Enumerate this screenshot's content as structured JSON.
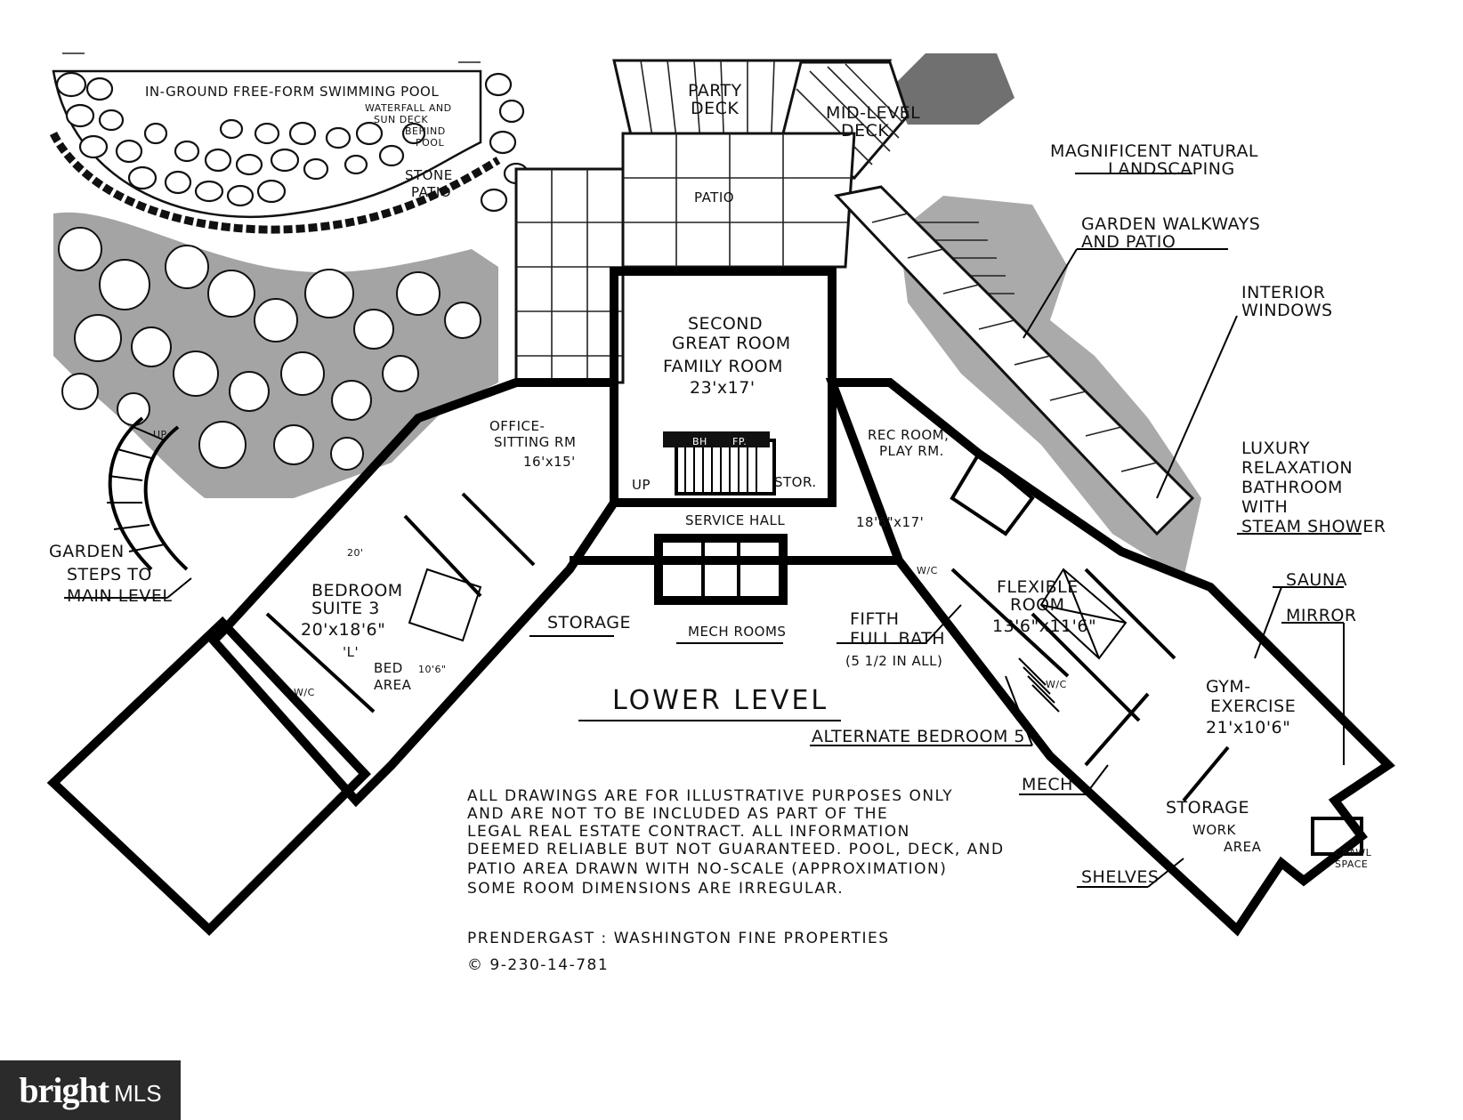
{
  "plan_title": "LOWER LEVEL",
  "labels": {
    "pool": "IN-GROUND FREE-FORM SWIMMING POOL",
    "waterfall_1": "WATERFALL AND",
    "waterfall_2": "SUN DECK",
    "waterfall_3": "BEHIND",
    "waterfall_4": "POOL",
    "stone_patio_1": "STONE",
    "stone_patio_2": "PATIO",
    "party_deck_1": "PARTY",
    "party_deck_2": "DECK",
    "mid_deck_1": "MID-LEVEL",
    "mid_deck_2": "DECK",
    "patio": "PATIO",
    "landscaping_1": "MAGNIFICENT NATURAL",
    "landscaping_2": "LANDSCAPING",
    "walkways_1": "GARDEN WALKWAYS",
    "walkways_2": "AND PATIO",
    "interior_windows_1": "INTERIOR",
    "interior_windows_2": "WINDOWS",
    "great_room_1": "SECOND",
    "great_room_2": "GREAT ROOM",
    "great_room_3": "FAMILY ROOM",
    "great_room_dim": "23'x17'",
    "office_1": "OFFICE-",
    "office_2": "SITTING RM",
    "office_dim": "16'x15'",
    "rec_1": "REC ROOM,",
    "rec_2": "PLAY RM.",
    "rec_dim": "18'6\"x17'",
    "bh": "BH",
    "fp": "FP.",
    "up_stair": "UP",
    "stor": "STOR.",
    "up_garden": "UP",
    "service_hall": "SERVICE HALL",
    "mech_rooms": "MECH ROOMS",
    "storage_left": "STORAGE",
    "bedroom_1": "BEDROOM",
    "bedroom_2": "SUITE 3",
    "bedroom_dim": "20'x18'6\"",
    "bedroom_l": "'L'",
    "bed_area_1": "BED",
    "bed_area_2": "AREA",
    "bed_area_dim": "10'6\"",
    "dim_20": "20'",
    "wic_a": "W/C",
    "wic_b": "W/C",
    "wic_c": "W/C",
    "garden_1": "GARDEN",
    "steps_1": "STEPS TO",
    "steps_2": "MAIN LEVEL",
    "fifth_1": "FIFTH",
    "fifth_2": "FULL BATH",
    "fifth_3": "(5 1/2 IN ALL)",
    "flexible_1": "FLEXIBLE",
    "flexible_2": "ROOM",
    "flexible_dim": "13'6\"x11'6\"",
    "alt_bedroom": "ALTERNATE BEDROOM 5",
    "luxury_1": "LUXURY",
    "luxury_2": "RELAXATION",
    "luxury_3": "BATHROOM",
    "luxury_4": "WITH",
    "luxury_5": "STEAM SHOWER",
    "sauna": "SAUNA",
    "mirror": "MIRROR",
    "gym_1": "GYM-",
    "gym_2": "EXERCISE",
    "gym_dim": "21'x10'6\"",
    "mech": "MECH",
    "storage_right": "STORAGE",
    "work_1": "WORK",
    "work_2": "AREA",
    "shelves": "SHELVES",
    "crawl_1": "CRAWL",
    "crawl_2": "SPACE"
  },
  "disclaimer": [
    "ALL DRAWINGS ARE FOR ILLUSTRATIVE PURPOSES ONLY",
    "AND ARE NOT TO BE INCLUDED AS PART OF THE",
    "LEGAL REAL ESTATE CONTRACT. ALL INFORMATION",
    "DEEMED RELIABLE BUT NOT GUARANTEED. POOL, DECK, AND",
    "PATIO AREA DRAWN WITH NO-SCALE (APPROXIMATION)",
    "SOME ROOM DIMENSIONS ARE IRREGULAR."
  ],
  "credit": {
    "line1": "PRENDERGAST :  WASHINGTON FINE PROPERTIES",
    "line2": "© 9-230-14-781"
  },
  "watermark": {
    "brand": "bright",
    "suffix": "MLS"
  }
}
